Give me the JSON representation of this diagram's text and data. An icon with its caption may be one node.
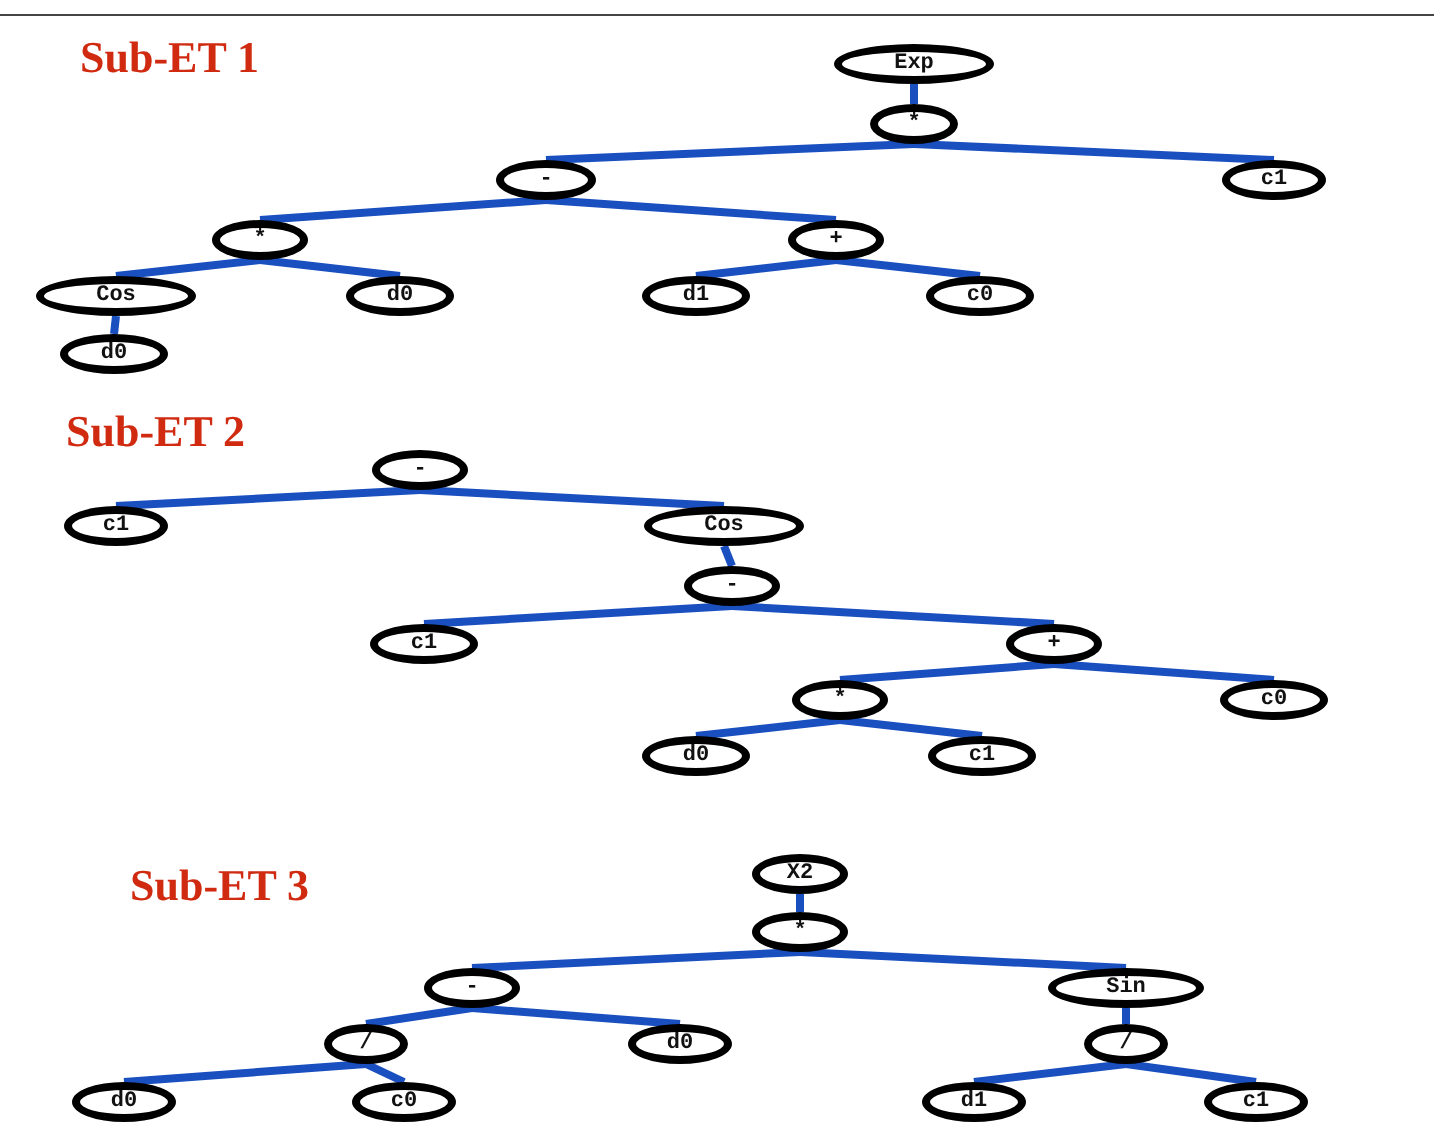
{
  "diagram": {
    "nodes": [
      {
        "text": [
          "Exp"
        ]
      },
      {
        "text": [
          "*"
        ]
      },
      {
        "text": [
          "-"
        ]
      },
      {
        "text": [
          "c1"
        ]
      },
      {
        "text": [
          "*"
        ]
      },
      {
        "text": [
          "+"
        ]
      },
      {
        "text": [
          "Cos"
        ]
      },
      {
        "text": [
          "d0"
        ]
      },
      {
        "text": [
          "d1"
        ]
      },
      {
        "text": [
          "c0"
        ]
      },
      {
        "text": [
          "d0"
        ]
      },
      {
        "text": [
          "-"
        ]
      },
      {
        "text": [
          "c1"
        ]
      },
      {
        "text": [
          "Cos"
        ]
      },
      {
        "text": [
          "-"
        ]
      },
      {
        "text": [
          "c1"
        ]
      },
      {
        "text": [
          "+"
        ]
      },
      {
        "text": [
          "*"
        ]
      },
      {
        "text": [
          "c0"
        ]
      },
      {
        "text": [
          "d0"
        ]
      },
      {
        "text": [
          "c1"
        ]
      },
      {
        "text": [
          "X2"
        ]
      },
      {
        "text": [
          "*"
        ]
      },
      {
        "text": [
          "-"
        ]
      },
      {
        "text": [
          "Sin"
        ]
      },
      {
        "text": [
          "/"
        ]
      },
      {
        "text": [
          "d0"
        ]
      },
      {
        "text": [
          "/"
        ]
      },
      {
        "text": [
          "d0"
        ]
      },
      {
        "text": [
          "c0"
        ]
      },
      {
        "text": [
          "d1"
        ]
      },
      {
        "text": [
          "c1"
        ]
      }
    ],
    "edges": [
      {
        "from": 0,
        "to": 1,
        "arrow": "none"
      },
      {
        "from": 1,
        "to": 2,
        "arrow": "none"
      },
      {
        "from": 1,
        "to": 3,
        "arrow": "none"
      },
      {
        "from": 2,
        "to": 4,
        "arrow": "none"
      },
      {
        "from": 2,
        "to": 5,
        "arrow": "none"
      },
      {
        "from": 4,
        "to": 6,
        "arrow": "none"
      },
      {
        "from": 4,
        "to": 7,
        "arrow": "none"
      },
      {
        "from": 5,
        "to": 8,
        "arrow": "none"
      },
      {
        "from": 5,
        "to": 9,
        "arrow": "none"
      },
      {
        "from": 6,
        "to": 10,
        "arrow": "none"
      },
      {
        "from": 11,
        "to": 12,
        "arrow": "none"
      },
      {
        "from": 11,
        "to": 13,
        "arrow": "none"
      },
      {
        "from": 13,
        "to": 14,
        "arrow": "none"
      },
      {
        "from": 14,
        "to": 15,
        "arrow": "none"
      },
      {
        "from": 14,
        "to": 16,
        "arrow": "none"
      },
      {
        "from": 16,
        "to": 17,
        "arrow": "none"
      },
      {
        "from": 16,
        "to": 18,
        "arrow": "none"
      },
      {
        "from": 17,
        "to": 19,
        "arrow": "none"
      },
      {
        "from": 17,
        "to": 20,
        "arrow": "none"
      },
      {
        "from": 21,
        "to": 22,
        "arrow": "none"
      },
      {
        "from": 22,
        "to": 23,
        "arrow": "none"
      },
      {
        "from": 22,
        "to": 24,
        "arrow": "none"
      },
      {
        "from": 23,
        "to": 25,
        "arrow": "none"
      },
      {
        "from": 23,
        "to": 26,
        "arrow": "none"
      },
      {
        "from": 24,
        "to": 27,
        "arrow": "none"
      },
      {
        "from": 25,
        "to": 28,
        "arrow": "none"
      },
      {
        "from": 25,
        "to": 29,
        "arrow": "none"
      },
      {
        "from": 27,
        "to": 30,
        "arrow": "none"
      },
      {
        "from": 27,
        "to": 31,
        "arrow": "none"
      }
    ],
    "labels": [
      "Sub-ET 1",
      "Sub-ET 2",
      "Sub-ET 3"
    ]
  }
}
